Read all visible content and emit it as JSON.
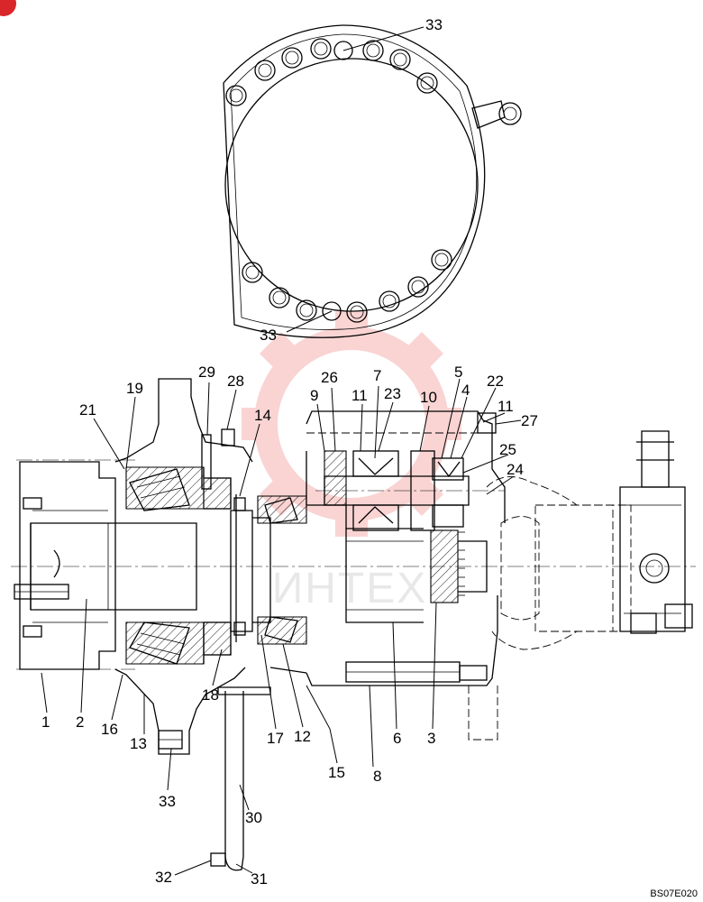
{
  "figure_code": "BS07E020",
  "watermark_text": "ИНТЕХ",
  "colors": {
    "line": "#000000",
    "watermark": "#e8413c",
    "badge": "#d9262b"
  },
  "callouts": [
    {
      "id": "top-33",
      "text": "33"
    },
    {
      "id": "mid-33",
      "text": "33"
    },
    {
      "id": "c29",
      "text": "29"
    },
    {
      "id": "c28",
      "text": "28"
    },
    {
      "id": "c19",
      "text": "19"
    },
    {
      "id": "c21",
      "text": "21"
    },
    {
      "id": "c14",
      "text": "14"
    },
    {
      "id": "c26",
      "text": "26"
    },
    {
      "id": "c9",
      "text": "9"
    },
    {
      "id": "c7",
      "text": "7"
    },
    {
      "id": "c11a",
      "text": "11"
    },
    {
      "id": "c23",
      "text": "23"
    },
    {
      "id": "c10",
      "text": "10"
    },
    {
      "id": "c5",
      "text": "5"
    },
    {
      "id": "c4",
      "text": "4"
    },
    {
      "id": "c22",
      "text": "22"
    },
    {
      "id": "c11b",
      "text": "11"
    },
    {
      "id": "c27",
      "text": "27"
    },
    {
      "id": "c25",
      "text": "25"
    },
    {
      "id": "c24",
      "text": "24"
    },
    {
      "id": "c1",
      "text": "1"
    },
    {
      "id": "c2",
      "text": "2"
    },
    {
      "id": "c16",
      "text": "16"
    },
    {
      "id": "c13",
      "text": "13"
    },
    {
      "id": "c18",
      "text": "18"
    },
    {
      "id": "c17",
      "text": "17"
    },
    {
      "id": "c12",
      "text": "12"
    },
    {
      "id": "c15",
      "text": "15"
    },
    {
      "id": "c6",
      "text": "6"
    },
    {
      "id": "c8",
      "text": "8"
    },
    {
      "id": "c3",
      "text": "3"
    },
    {
      "id": "bot-33",
      "text": "33"
    },
    {
      "id": "c30",
      "text": "30"
    },
    {
      "id": "c32",
      "text": "32"
    },
    {
      "id": "c31",
      "text": "31"
    }
  ]
}
